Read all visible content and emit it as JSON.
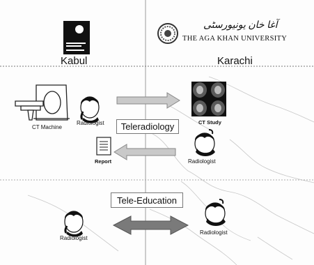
{
  "locations": {
    "left": "Kabul",
    "right": "Karachi"
  },
  "logos": {
    "aku_name": "THE AGA KHAN UNIVERSITY",
    "aku_urdu": "آغا خان یونیورسٹی"
  },
  "teleradiology": {
    "title": "Teleradiology",
    "ct_machine_label": "CT Machine",
    "kabul_radiologist_label": "Radiologist",
    "ct_study_label": "CT Study",
    "report_label": "Report",
    "karachi_radiologist_label": "Radiologist"
  },
  "tele_education": {
    "title": "Tele-Education",
    "kabul_radiologist_label": "Radiologist",
    "karachi_radiologist_label": "Radiologist"
  }
}
